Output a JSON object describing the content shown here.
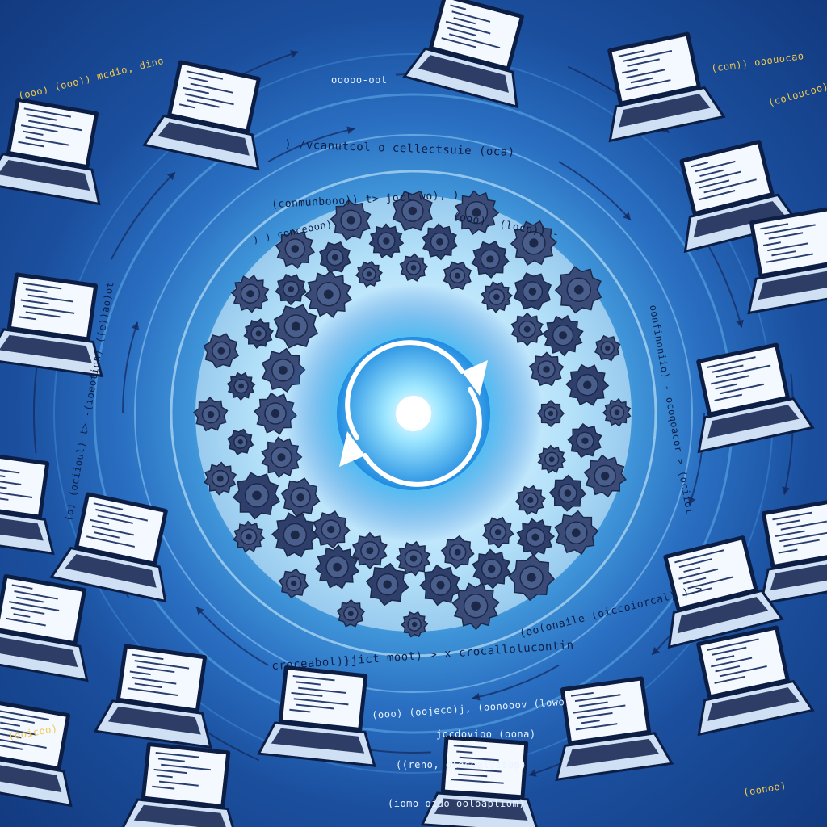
{
  "scene": {
    "subject": "central sync icon ringed by gears, surrounded by laptops displaying code",
    "colors": {
      "background_dark": "#123a7f",
      "background_mid": "#2a6fc2",
      "glow": "#eaf6ff",
      "ring_light": "#9fdcff",
      "gear": "#2f3f6b",
      "gear_dark": "#1c2848",
      "laptop_body": "#cfe0f5",
      "laptop_outline": "#0d1e45",
      "screen": "#f4f8ff",
      "code_text": "#0d1e45",
      "accent_gold": "#f2c94c"
    },
    "icons": {
      "center": "sync-arrows-icon",
      "ring": "gear-icon",
      "devices": "laptop-icon",
      "flow": "curved-arrow-icon"
    },
    "laptop_count": 20,
    "gear_count": 60
  },
  "code_fragments": {
    "top_arc": ") /vcanutcol o cellectsuie (oca)",
    "upper_inner": "(conmunbooo)) t> joct wo), )",
    "upper_inner_2": ") ) conceoon)",
    "upper_right": "(ooo), (locp)) -",
    "lower_inner": "croceabol)}jict moot) > x crocallolucontin",
    "lower_right": "(oo(onaile (oiccoiorcal) ) >",
    "bottom_1": "(ooo) (oojeco)j, (oonooov (lowo)",
    "bottom_2": "jocdovioo (oona)",
    "bottom_3": "((reno, oldsoalyssop)",
    "bottom_4": "(iomo oido ooloapliom)",
    "left_vertical": "(o) (ociioul) t> -(ioeotion) ((e))ao)ot",
    "right_vertical": "oonfinoniio) - ocoqoacor > (ociioi",
    "margin_top_left": "(ooo) (ooo)) mcdio, dino",
    "margin_top_right": "(com)) ooouocao",
    "margin_right": "(coloucoo)",
    "margin_bottom_left": "(ooicoo)",
    "margin_bottom_right": "(oonoo)",
    "arrow_label_top": "ooooo-oot"
  }
}
